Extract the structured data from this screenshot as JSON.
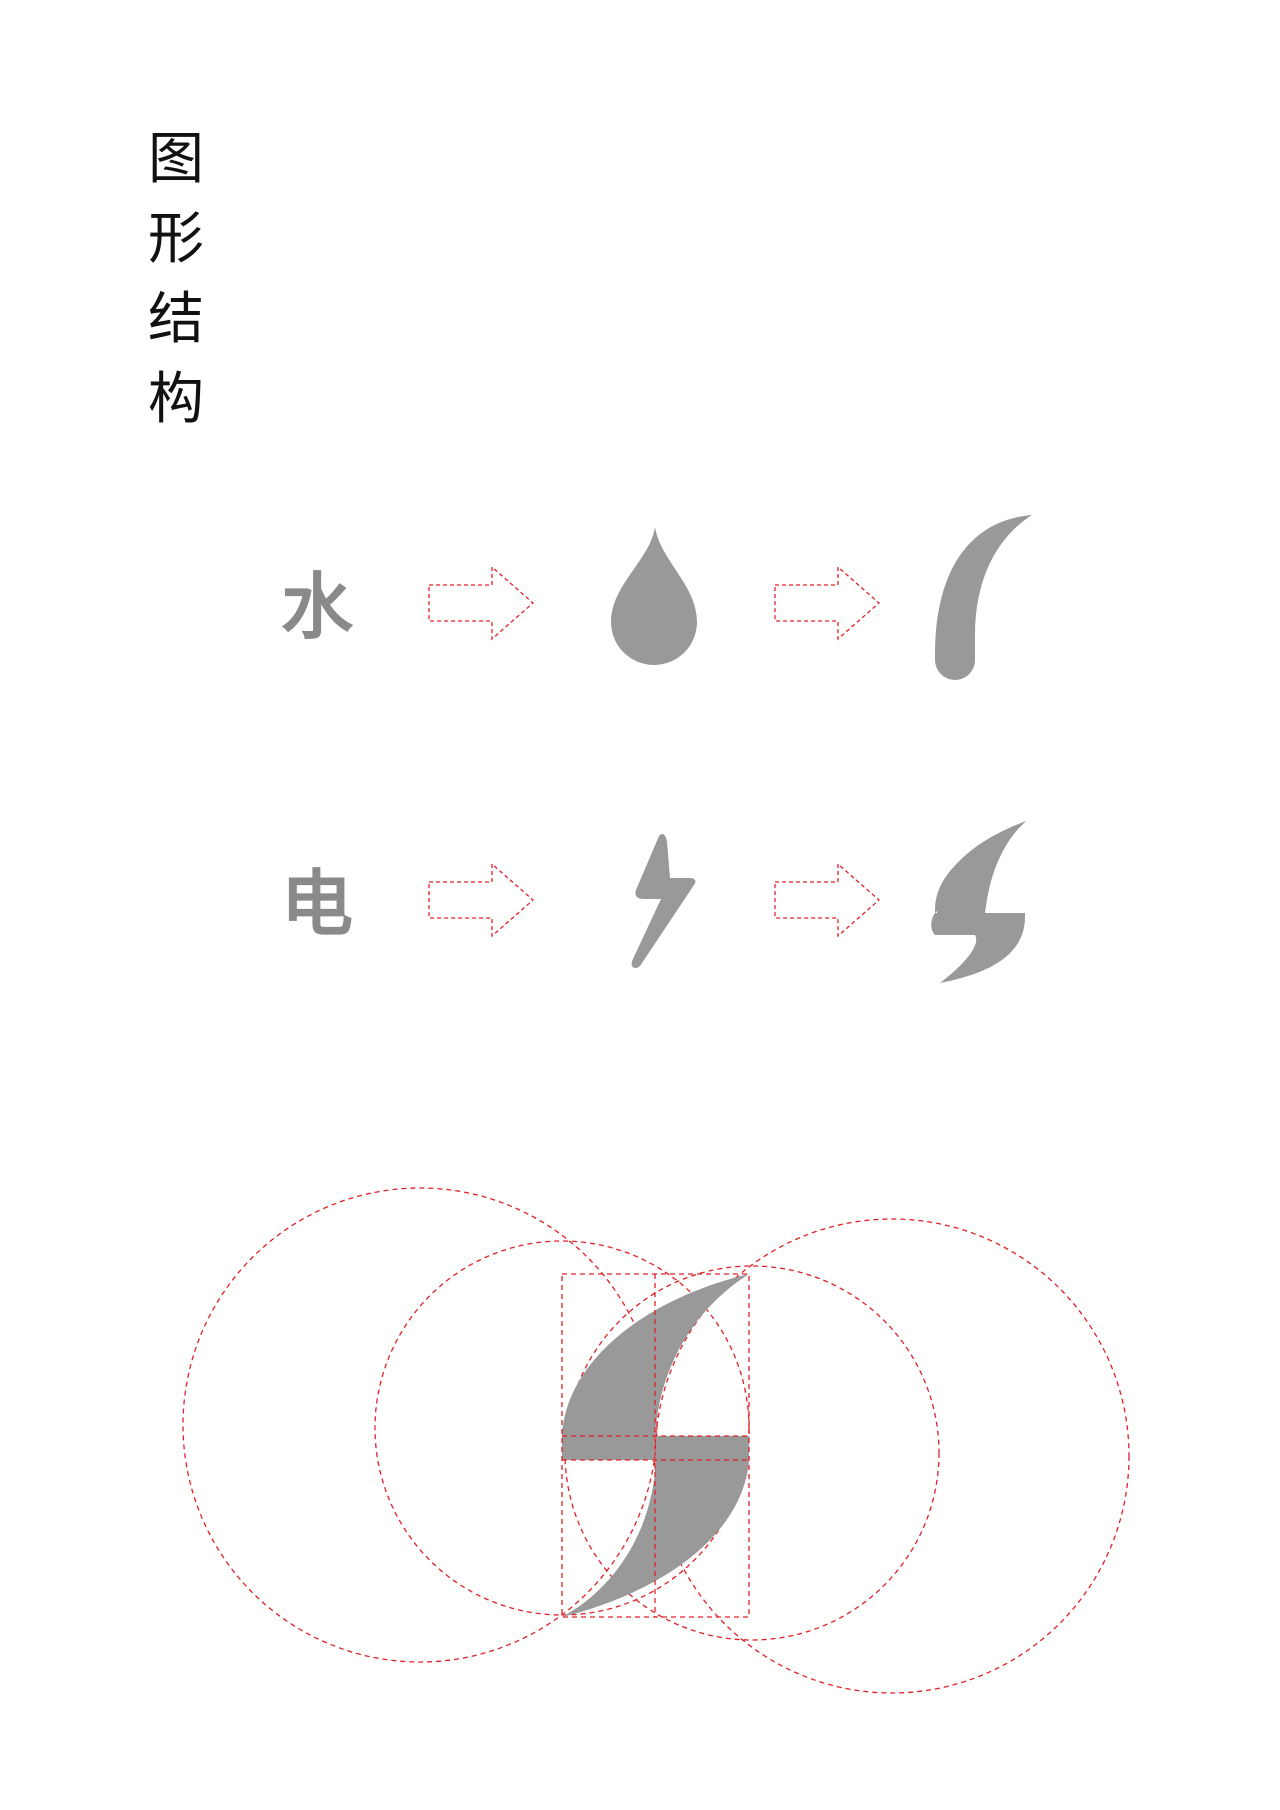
{
  "page": {
    "title": "图形结构"
  },
  "rows": [
    {
      "label": "水",
      "icon": "water-drop-icon",
      "result_icon": "water-stroke-icon"
    },
    {
      "label": "电",
      "icon": "lightning-bolt-icon",
      "result_icon": "electric-s-icon"
    }
  ],
  "colors": {
    "shape_fill": "#999999",
    "guide_red": "#e0202a",
    "title_text": "#111111",
    "label_text": "#8a8a8a"
  }
}
